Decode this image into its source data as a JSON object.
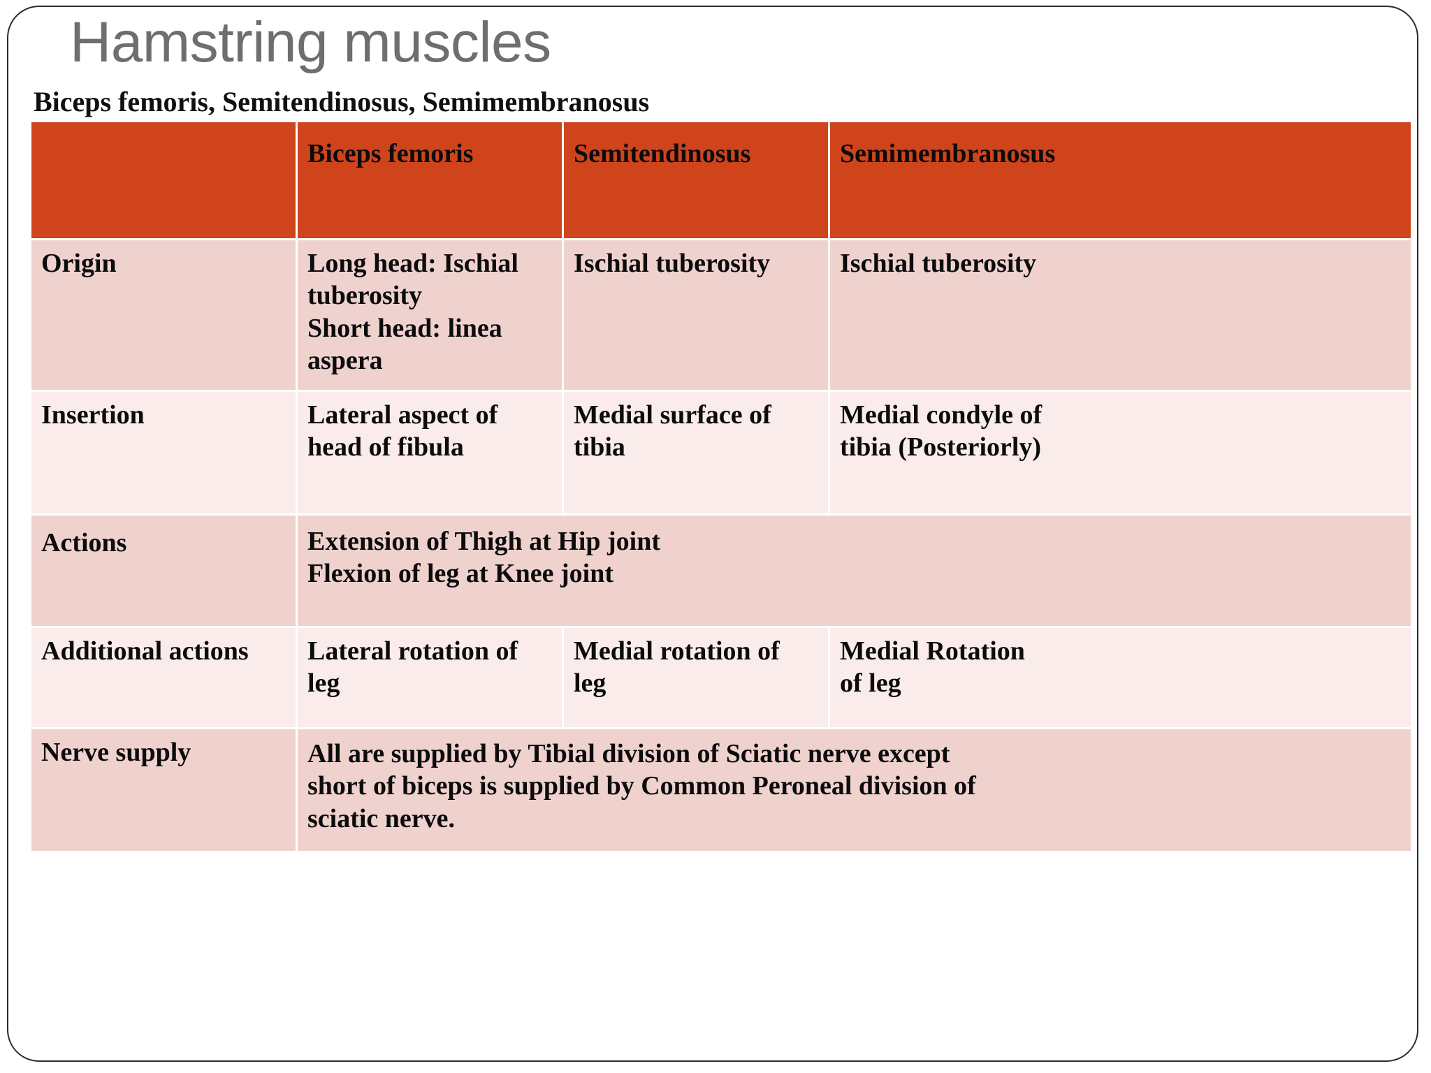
{
  "slide": {
    "title": "Hamstring muscles",
    "subtitle": "Biceps femoris, Semitendinosus, Semimembranosus",
    "accent_color": "#D0441C",
    "row_dark_color": "#EFD2CE",
    "row_light_color": "#F9ECEA",
    "title_color": "#6E6E6E"
  },
  "table": {
    "headers": {
      "blank": "",
      "biceps_femoris": "Biceps femoris",
      "semitendinosus": "Semitendinosus",
      "semimembranosus": "Semimembranosus"
    },
    "rows": {
      "origin": {
        "label": "Origin",
        "biceps_femoris_line1": "Long head: Ischial",
        "biceps_femoris_line2": "tuberosity",
        "biceps_femoris_line3": "Short head: linea",
        "biceps_femoris_line4": "aspera",
        "semitendinosus": "Ischial tuberosity",
        "semimembranosus": "Ischial tuberosity"
      },
      "insertion": {
        "label": "Insertion",
        "biceps_femoris_line1": "Lateral aspect of",
        "biceps_femoris_line2": "head of fibula",
        "semitendinosus_line1": "Medial surface of",
        "semitendinosus_line2": "tibia",
        "semimembranosus_line1": "Medial condyle of",
        "semimembranosus_line2": "tibia (Posteriorly)"
      },
      "actions": {
        "label": "Actions",
        "line1": "Extension of Thigh at Hip joint",
        "line2": "Flexion of leg at Knee joint"
      },
      "additional_actions": {
        "label": "Additional actions",
        "biceps_femoris_line1": "Lateral rotation of",
        "biceps_femoris_line2": "leg",
        "semitendinosus_line1": "Medial rotation of",
        "semitendinosus_line2": "leg",
        "semimembranosus_line1": "Medial Rotation",
        "semimembranosus_line2": "of leg"
      },
      "nerve_supply": {
        "label": "Nerve supply",
        "line1": "All are supplied by Tibial division of Sciatic nerve except",
        "line2": "short of biceps is supplied by Common Peroneal division of",
        "line3": "sciatic nerve."
      }
    }
  }
}
